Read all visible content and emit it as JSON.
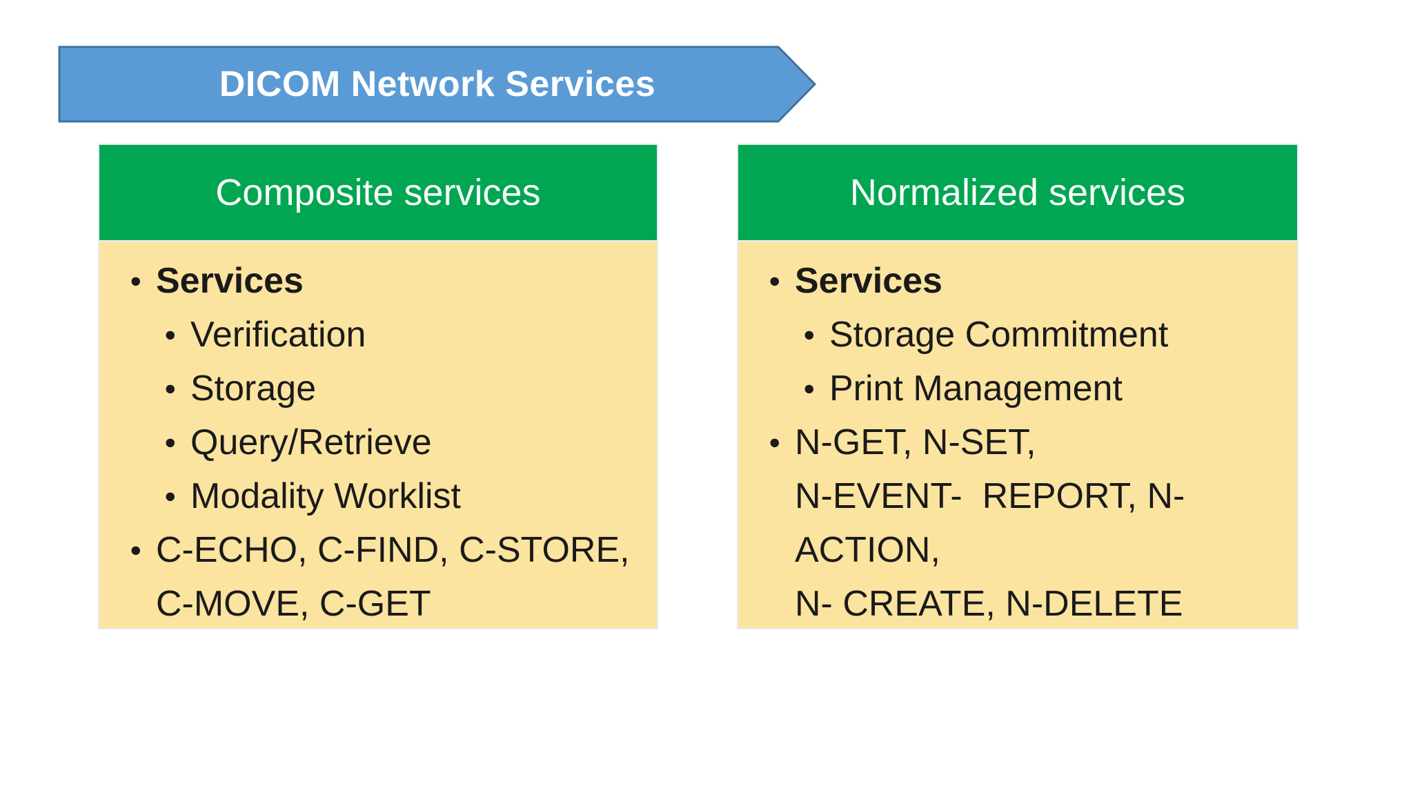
{
  "slide": {
    "banner": {
      "title": "DICOM Network Services"
    },
    "boxes": [
      {
        "header": "Composite services",
        "items": [
          {
            "level": 1,
            "bold": true,
            "lines": [
              "Services"
            ]
          },
          {
            "level": 2,
            "bold": false,
            "lines": [
              "Verification"
            ]
          },
          {
            "level": 2,
            "bold": false,
            "lines": [
              "Storage"
            ]
          },
          {
            "level": 2,
            "bold": false,
            "lines": [
              "Query/Retrieve"
            ]
          },
          {
            "level": 2,
            "bold": false,
            "lines": [
              "Modality Worklist"
            ]
          },
          {
            "level": 1,
            "bold": false,
            "lines": [
              "C-ECHO, C-FIND, C-STORE,",
              "C-MOVE, C-GET"
            ]
          }
        ]
      },
      {
        "header": "Normalized services",
        "items": [
          {
            "level": 1,
            "bold": true,
            "lines": [
              "Services"
            ]
          },
          {
            "level": 2,
            "bold": false,
            "lines": [
              "Storage Commitment"
            ]
          },
          {
            "level": 2,
            "bold": false,
            "lines": [
              "Print Management"
            ]
          },
          {
            "level": 1,
            "bold": false,
            "lines": [
              "N-GET, N-SET,",
              "N-EVENT-  REPORT, N-",
              "ACTION,",
              "N- CREATE, N-DELETE"
            ]
          }
        ]
      }
    ]
  },
  "colors": {
    "banner_fill": "#5B9BD5",
    "banner_border": "#41719C",
    "header_green": "#00A651",
    "body_yellow": "#FBE4A0",
    "text": "#1A1A1A",
    "box_border": "#E6EAF1",
    "title_text": "#FFFFFF"
  }
}
